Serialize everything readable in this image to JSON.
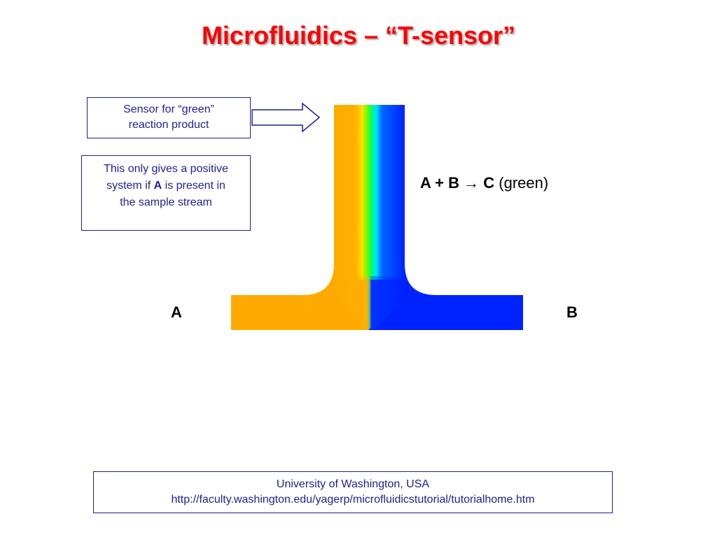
{
  "title": "Microfluidics – “T-sensor”",
  "sensor_box": {
    "line1": "Sensor for “green”",
    "line2": "reaction product"
  },
  "note_box": {
    "line1": "This only gives a positive",
    "line2_pre": "system if ",
    "line2_bold": "A",
    "line2_post": " is present in",
    "line3": "the sample stream"
  },
  "reaction": {
    "reactants": "A + B",
    "arrow": "→",
    "product": "C",
    "product_note": "(green)"
  },
  "inlet_a_label": "A",
  "inlet_b_label": "B",
  "credit": {
    "line1": "University of Washington, USA",
    "line2": "http://faculty.washington.edu/yagerp/microfluidicstutorial/tutorialhome.htm"
  },
  "colors": {
    "title": "#ff0000",
    "stream_a": "#ffaa00",
    "stream_b": "#0022ff",
    "product": "#00dd33",
    "box_text": "#1f1f8f"
  }
}
